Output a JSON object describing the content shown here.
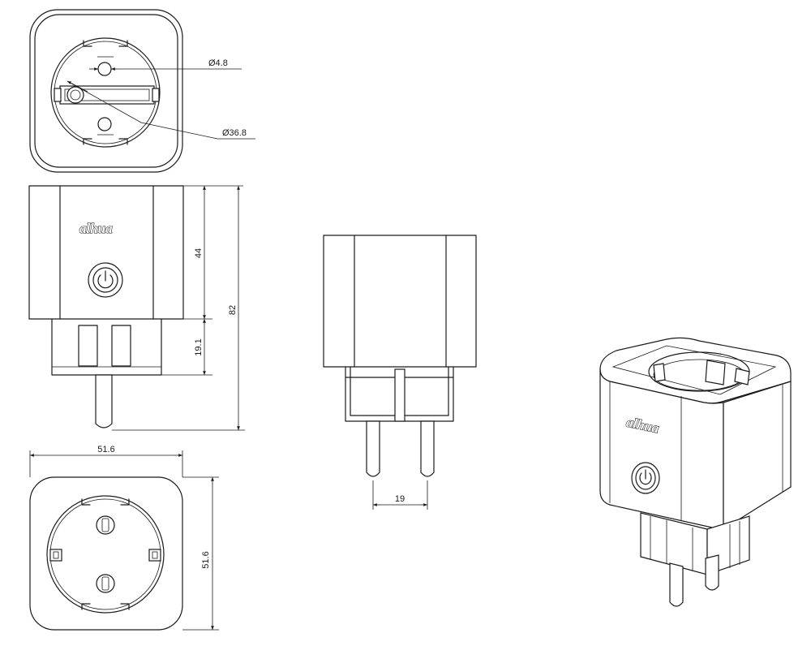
{
  "brand": {
    "logo_text": "alhua",
    "icon": "power-icon"
  },
  "dimensions": {
    "pin_hole_diameter": "Ø4.8",
    "socket_diameter": "Ø36.8",
    "body_height": "44",
    "plug_height": "19.1",
    "total_height": "82",
    "width": "51.6",
    "depth": "51.6",
    "pin_spacing": "19"
  },
  "colors": {
    "line": "#1a1a1a",
    "background": "#ffffff"
  }
}
